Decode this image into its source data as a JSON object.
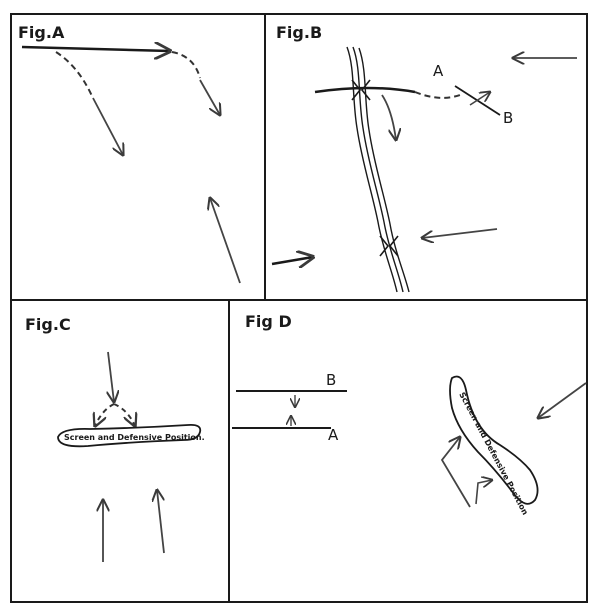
{
  "panels": {
    "a": {
      "title": "Fig.A"
    },
    "b": {
      "title": "Fig.B",
      "point_a": "A",
      "point_b": "B"
    },
    "c": {
      "title": "Fig.C",
      "position_label": "Screen and Defensive Position."
    },
    "d": {
      "title": "Fig D",
      "line_b": "B",
      "line_a": "A",
      "position_label": "Screen and Defensive Position"
    }
  },
  "colors": {
    "ink": "#1a1a1a",
    "arrow": "#4a4a4a",
    "paper": "#ffffff"
  }
}
